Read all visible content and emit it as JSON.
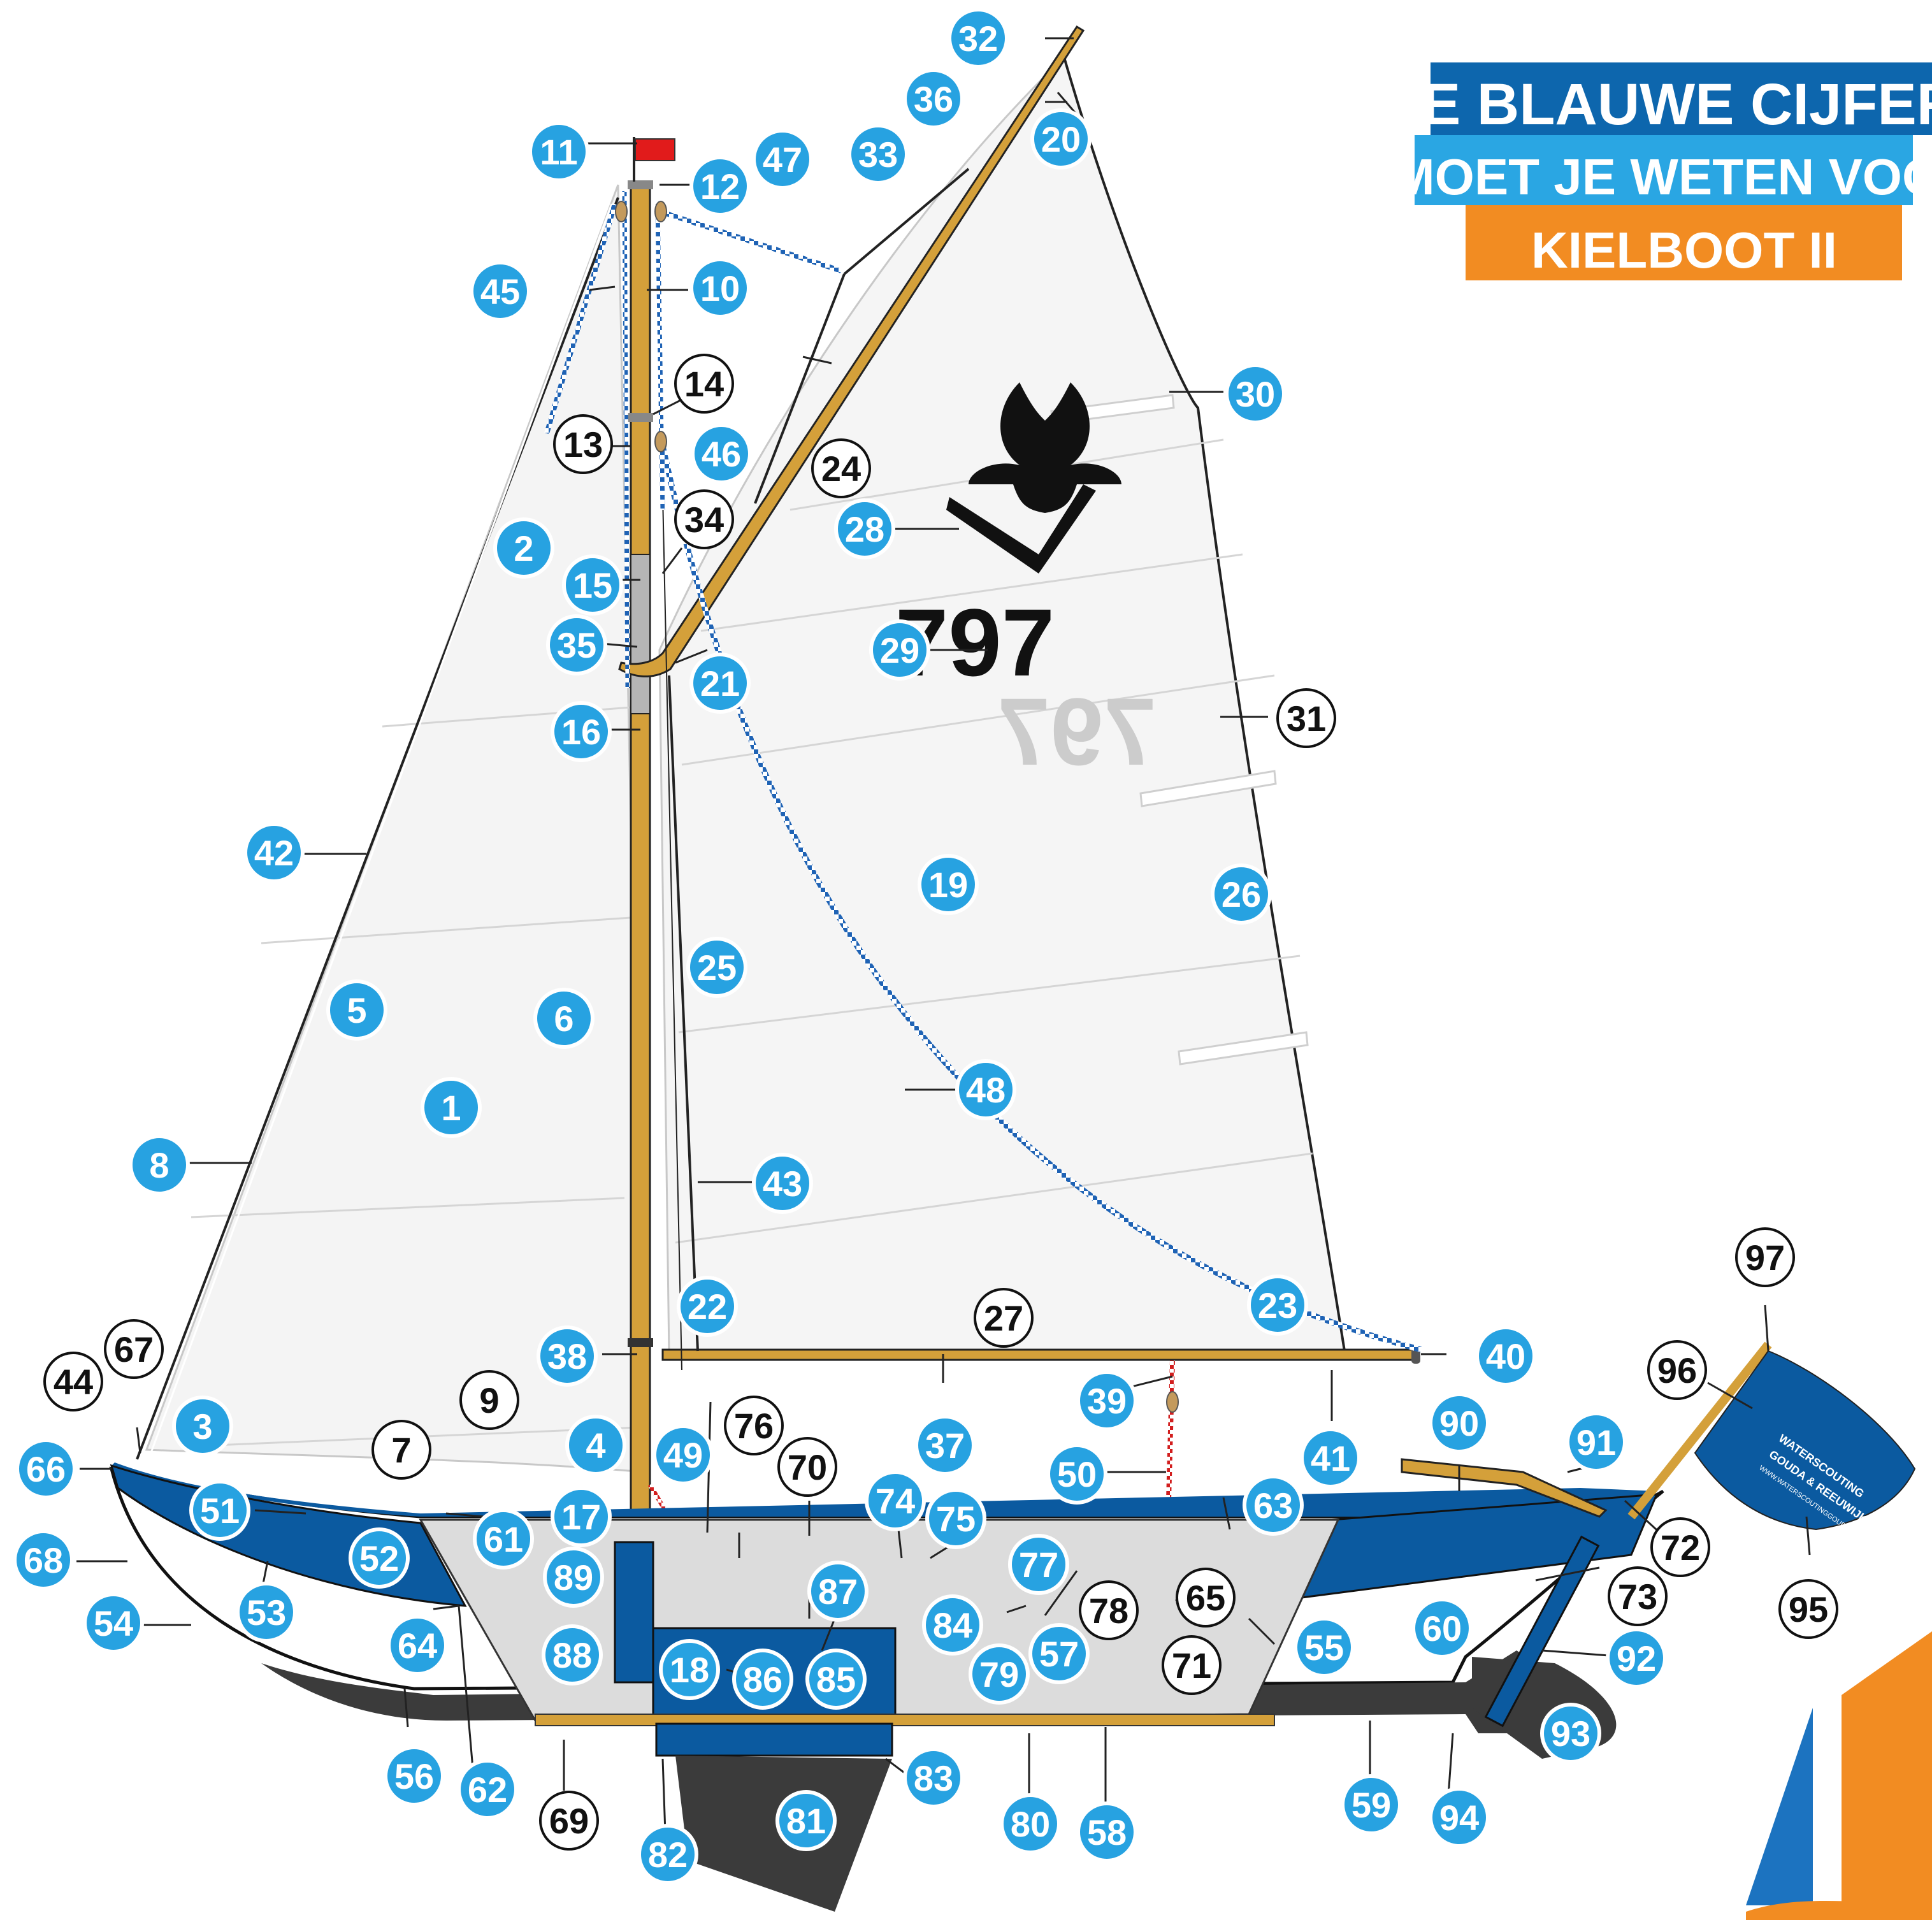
{
  "banner": {
    "line1": "DE BLAUWE CIJFERS",
    "line2": "MOET JE WETEN VOOR",
    "line3": "KIELBOOT II"
  },
  "sail": {
    "number": "797",
    "number_mirrored": "797"
  },
  "flag_text": {
    "line1": "WATERSCOUTING",
    "line2": "GOUDA & REEUWIJK",
    "line3": "WWW.WATERSCOUTINGGOUDA.NL"
  },
  "colors": {
    "blue_badge": "#27a2e1",
    "white_badge": "#ffffff",
    "hull_blue": "#0b5aa0",
    "wood": "#d4a03a",
    "hull_dark": "#3b3b3b",
    "banner_dark_blue": "#0d66ad",
    "banner_light_blue": "#2aa6e3",
    "banner_orange": "#f28c22",
    "pennant_red": "#e11b1b"
  },
  "labels": [
    {
      "n": "1",
      "type": "blue"
    },
    {
      "n": "2",
      "type": "blue"
    },
    {
      "n": "3",
      "type": "blue"
    },
    {
      "n": "4",
      "type": "blue"
    },
    {
      "n": "5",
      "type": "blue"
    },
    {
      "n": "6",
      "type": "blue"
    },
    {
      "n": "7",
      "type": "white"
    },
    {
      "n": "8",
      "type": "blue"
    },
    {
      "n": "9",
      "type": "white"
    },
    {
      "n": "10",
      "type": "blue"
    },
    {
      "n": "11",
      "type": "blue"
    },
    {
      "n": "12",
      "type": "blue"
    },
    {
      "n": "13",
      "type": "white"
    },
    {
      "n": "14",
      "type": "white"
    },
    {
      "n": "15",
      "type": "blue"
    },
    {
      "n": "16",
      "type": "blue"
    },
    {
      "n": "17",
      "type": "blue"
    },
    {
      "n": "18",
      "type": "blue"
    },
    {
      "n": "19",
      "type": "blue"
    },
    {
      "n": "20",
      "type": "blue"
    },
    {
      "n": "21",
      "type": "blue"
    },
    {
      "n": "22",
      "type": "blue"
    },
    {
      "n": "23",
      "type": "blue"
    },
    {
      "n": "24",
      "type": "white"
    },
    {
      "n": "25",
      "type": "blue"
    },
    {
      "n": "26",
      "type": "blue"
    },
    {
      "n": "27",
      "type": "white"
    },
    {
      "n": "28",
      "type": "blue"
    },
    {
      "n": "29",
      "type": "blue"
    },
    {
      "n": "30",
      "type": "blue"
    },
    {
      "n": "31",
      "type": "white"
    },
    {
      "n": "32",
      "type": "blue"
    },
    {
      "n": "33",
      "type": "blue"
    },
    {
      "n": "34",
      "type": "white"
    },
    {
      "n": "35",
      "type": "blue"
    },
    {
      "n": "36",
      "type": "blue"
    },
    {
      "n": "37",
      "type": "blue"
    },
    {
      "n": "38",
      "type": "blue"
    },
    {
      "n": "39",
      "type": "blue"
    },
    {
      "n": "40",
      "type": "blue"
    },
    {
      "n": "41",
      "type": "blue"
    },
    {
      "n": "42",
      "type": "blue"
    },
    {
      "n": "43",
      "type": "blue"
    },
    {
      "n": "44",
      "type": "white"
    },
    {
      "n": "45",
      "type": "blue"
    },
    {
      "n": "46",
      "type": "blue"
    },
    {
      "n": "47",
      "type": "blue"
    },
    {
      "n": "48",
      "type": "blue"
    },
    {
      "n": "49",
      "type": "blue"
    },
    {
      "n": "50",
      "type": "blue"
    },
    {
      "n": "51",
      "type": "blue"
    },
    {
      "n": "52",
      "type": "blue"
    },
    {
      "n": "53",
      "type": "blue"
    },
    {
      "n": "54",
      "type": "blue"
    },
    {
      "n": "55",
      "type": "blue"
    },
    {
      "n": "56",
      "type": "blue"
    },
    {
      "n": "57",
      "type": "blue"
    },
    {
      "n": "58",
      "type": "blue"
    },
    {
      "n": "59",
      "type": "blue"
    },
    {
      "n": "60",
      "type": "blue"
    },
    {
      "n": "61",
      "type": "blue"
    },
    {
      "n": "62",
      "type": "blue"
    },
    {
      "n": "63",
      "type": "blue"
    },
    {
      "n": "64",
      "type": "blue"
    },
    {
      "n": "65",
      "type": "white"
    },
    {
      "n": "66",
      "type": "blue"
    },
    {
      "n": "67",
      "type": "white"
    },
    {
      "n": "68",
      "type": "blue"
    },
    {
      "n": "69",
      "type": "white"
    },
    {
      "n": "70",
      "type": "white"
    },
    {
      "n": "71",
      "type": "white"
    },
    {
      "n": "72",
      "type": "white"
    },
    {
      "n": "73",
      "type": "white"
    },
    {
      "n": "74",
      "type": "blue"
    },
    {
      "n": "75",
      "type": "blue"
    },
    {
      "n": "76",
      "type": "white"
    },
    {
      "n": "77",
      "type": "blue"
    },
    {
      "n": "78",
      "type": "white"
    },
    {
      "n": "79",
      "type": "blue"
    },
    {
      "n": "80",
      "type": "blue"
    },
    {
      "n": "81",
      "type": "blue"
    },
    {
      "n": "82",
      "type": "blue"
    },
    {
      "n": "83",
      "type": "blue"
    },
    {
      "n": "84",
      "type": "blue"
    },
    {
      "n": "85",
      "type": "blue"
    },
    {
      "n": "86",
      "type": "blue"
    },
    {
      "n": "87",
      "type": "blue"
    },
    {
      "n": "88",
      "type": "blue"
    },
    {
      "n": "89",
      "type": "blue"
    },
    {
      "n": "90",
      "type": "blue"
    },
    {
      "n": "91",
      "type": "blue"
    },
    {
      "n": "92",
      "type": "blue"
    },
    {
      "n": "93",
      "type": "blue"
    },
    {
      "n": "94",
      "type": "blue"
    },
    {
      "n": "95",
      "type": "white"
    },
    {
      "n": "96",
      "type": "white"
    },
    {
      "n": "97",
      "type": "white"
    }
  ]
}
